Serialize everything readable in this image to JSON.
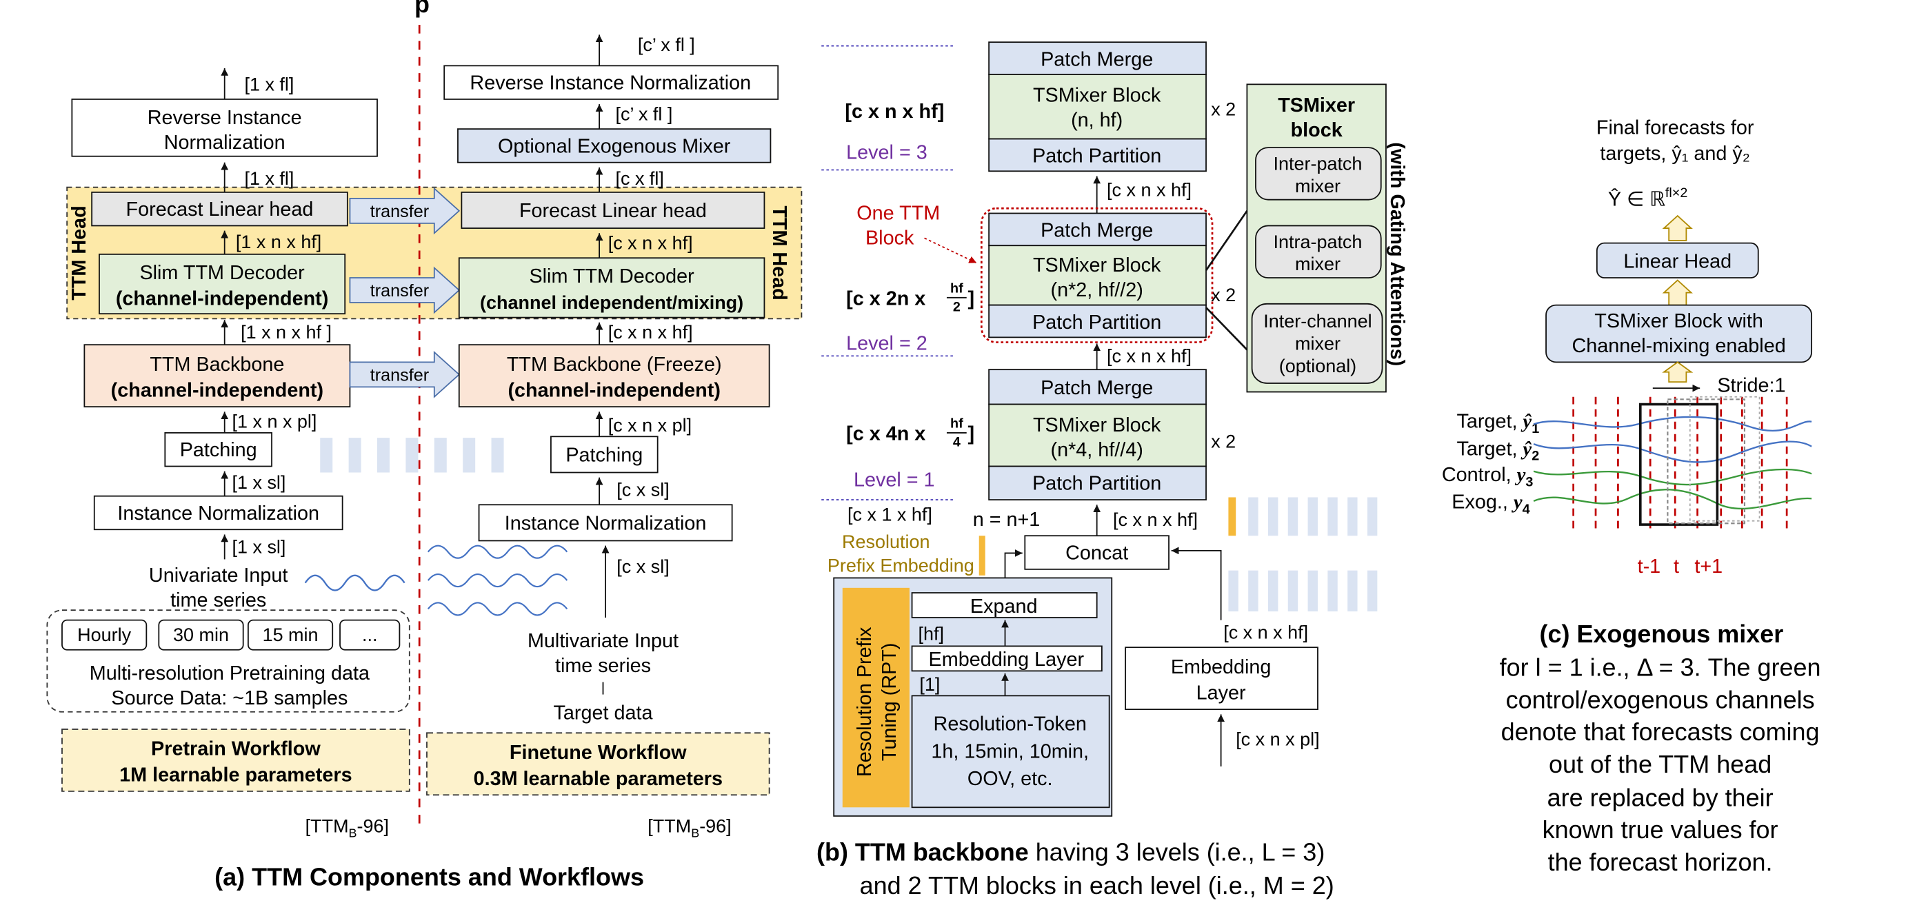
{
  "top_heading_fragment": "p",
  "panel_a": {
    "caption": "(a) TTM Components and Workflows",
    "pretrain": {
      "shape_1xfl_top": "[1 x fl]",
      "reverse_norm": [
        "Reverse Instance",
        "Normalization"
      ],
      "shape_1xfl_mid": "[1 x fl]",
      "forecast_head": "Forecast Linear head",
      "shape_1xnxhf_a": "[1 x  n x hf]",
      "decoder": [
        "Slim TTM Decoder",
        "(channel-independent)"
      ],
      "shape_1xnxhf_b": "[1 x n x hf ]",
      "backbone": [
        "TTM Backbone",
        "(channel-independent)"
      ],
      "shape_1xnxpl": "[1 x n x pl]",
      "patching": "Patching",
      "shape_1xsl_a": "[1 x sl]",
      "instance_norm": "Instance Normalization",
      "shape_1xsl_b": "[1 x sl]",
      "input": [
        "Univariate Input",
        "time series"
      ],
      "resolutions": [
        "Hourly",
        "30 min",
        "15 min",
        "..."
      ],
      "data_desc": [
        "Multi-resolution Pretraining data",
        "Source Data: ~1B samples"
      ],
      "workflow": [
        "Pretrain Workflow",
        "1M learnable parameters"
      ],
      "model_tag": [
        "[TTM",
        "B",
        "-96]"
      ]
    },
    "ttm_head_label": "TTM Head",
    "transfer_label": "transfer",
    "finetune": {
      "shape_top": "[c’ x fl ]",
      "reverse_norm": "Reverse Instance Normalization",
      "shape_cfl_mid": "[c’ x fl ]",
      "exo_mixer": "Optional Exogenous Mixer",
      "shape_cxfl": "[c x fl]",
      "forecast_head": "Forecast Linear head",
      "shape_cxnxhf_a": "[c x n x hf]",
      "decoder": [
        "Slim TTM Decoder",
        "(channel independent/mixing)"
      ],
      "shape_cxnxhf_b": "[c x n x hf]",
      "backbone": [
        "TTM Backbone (Freeze)",
        "(channel-independent)"
      ],
      "shape_cxnxpl": "[c x n x pl]",
      "patching": "Patching",
      "shape_cxsl_a": "[c x sl]",
      "instance_norm": "Instance Normalization",
      "shape_cxsl_b": "[c x sl]",
      "input": [
        "Multivariate Input",
        "time series"
      ],
      "target": "Target data",
      "workflow": [
        "Finetune Workflow",
        "0.3M learnable parameters"
      ],
      "model_tag": [
        "[TTM",
        "B",
        "-96]"
      ]
    }
  },
  "panel_b": {
    "caption_line1_bold": "(b) TTM backbone",
    "caption_line1_rest": " having 3 levels (i.e., L = 3)",
    "caption_line2": "and 2 TTM blocks in each level (i.e., M = 2)",
    "level3": {
      "shape": "[c x n x hf]",
      "label": "Level = 3",
      "merge": "Patch Merge",
      "block": [
        "TSMixer Block",
        "(n, hf)"
      ],
      "partition": "Patch Partition",
      "repeat": "x 2"
    },
    "level2": {
      "shape_prefix": "[c x 2n x ",
      "frac_num": "hf",
      "frac_den": "2",
      "label": "Level = 2",
      "merge": "Patch Merge",
      "block": [
        "TSMixer Block",
        "(n*2, hf//2)"
      ],
      "partition": "Patch Partition",
      "repeat": "x 2"
    },
    "level1": {
      "shape_prefix": "[c x 4n x ",
      "frac_num": "hf",
      "frac_den": "4",
      "label": "Level = 1",
      "merge": "Patch Merge",
      "block": [
        "TSMixer Block",
        "(n*4, hf//4)"
      ],
      "partition": "Patch Partition",
      "repeat": "x 2"
    },
    "one_block_label": [
      "One TTM",
      "Block"
    ],
    "shape_between_3_2": "[c x n x hf]",
    "shape_between_2_1": "[c x n x hf]",
    "shape_cx1xhf": "[c x 1 x hf]",
    "n_update": "n = n+1",
    "shape_concat_in": "[c x n x hf]",
    "resolution_prefix": [
      "Resolution",
      "Prefix Embedding"
    ],
    "concat": "Concat",
    "rpt_label": [
      "Resolution Prefix",
      "Tuning  (RPT)"
    ],
    "expand": "Expand",
    "shape_hf": "[hf]",
    "embedding_layer": "Embedding Layer",
    "shape_1": "[1]",
    "resolution_token": [
      "Resolution-Token",
      "1h, 15min, 10min,",
      "OOV, etc."
    ],
    "embedding_layer2": [
      "Embedding",
      "Layer"
    ],
    "shape_emb_out": "[c x n x hf]",
    "shape_emb_in": "[c x n x pl]",
    "tsmixer_panel": {
      "title": [
        "TSMixer",
        "block"
      ],
      "items": [
        [
          "Inter-patch",
          "mixer"
        ],
        [
          "Intra-patch",
          "mixer"
        ],
        [
          "Inter-channel",
          "mixer",
          "(optional)"
        ]
      ],
      "side_label": "(with Gating Attentions)"
    }
  },
  "panel_c": {
    "title": [
      "Final forecasts for",
      "targets, ŷ₁ and ŷ₂"
    ],
    "output": "Ŷ ∈ ℝ",
    "output_sup": "fl×2",
    "linear_head": "Linear Head",
    "tsmixer": [
      "TSMixer Block with",
      "Channel-mixing enabled"
    ],
    "stride": "Stride:1",
    "rows": [
      [
        "Target, ",
        "ŷ",
        "1"
      ],
      [
        "Target, ",
        "ŷ",
        "2"
      ],
      [
        "Control, ",
        "y",
        "3"
      ],
      [
        "Exog., ",
        "y",
        "4"
      ]
    ],
    "time_ticks": [
      "t-1",
      "t",
      "t+1"
    ],
    "caption_title": "(c) Exogenous mixer",
    "caption_lines": [
      "for l = 1 i.e., Δ = 3. The green",
      "control/exogenous channels",
      "denote that forecasts coming",
      "out of the TTM head",
      "are replaced by their",
      "known true values for",
      "the forecast horizon."
    ]
  },
  "colors": {
    "green_fill": "#e2efd9",
    "blue_fill": "#dae3f2",
    "orange_fill": "#fbe5d6",
    "yellow_fill": "#fde9a8",
    "gold_fill": "#f5b93a",
    "grey_fill": "#e6e6e6",
    "purple_text": "#7030a0",
    "gold_text": "#9c7a00",
    "red_dash": "#c00000",
    "series_blue": "#4472c4",
    "series_green": "#3a9a3a"
  }
}
